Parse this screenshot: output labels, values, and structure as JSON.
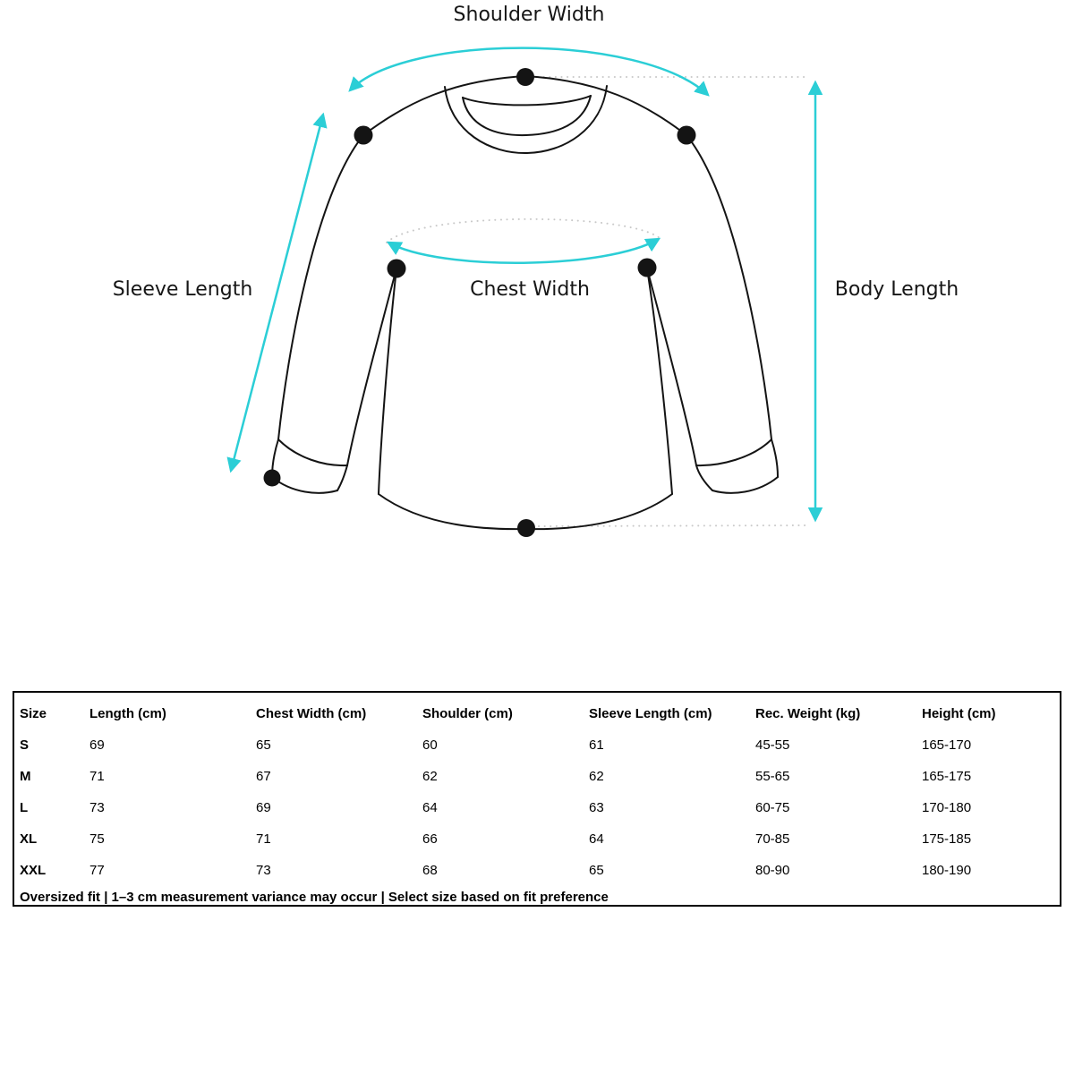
{
  "diagram": {
    "labels": {
      "shoulder_width": "Shoulder Width",
      "sleeve_length": "Sleeve Length",
      "chest_width": "Chest Width",
      "body_length": "Body Length"
    },
    "colors": {
      "accent": "#2BCED6",
      "outline": "#141414",
      "guide": "#C9C9C9"
    }
  },
  "size_table": {
    "headers": [
      "Size",
      "Length (cm)",
      "Chest Width (cm)",
      "Shoulder (cm)",
      "Sleeve Length (cm)",
      "Rec. Weight (kg)",
      "Height (cm)"
    ],
    "rows": [
      {
        "size": "S",
        "length": "69",
        "chest": "65",
        "shoulder": "60",
        "sleeve": "61",
        "weight": "45-55",
        "height": "165-170"
      },
      {
        "size": "M",
        "length": "71",
        "chest": "67",
        "shoulder": "62",
        "sleeve": "62",
        "weight": "55-65",
        "height": "165-175"
      },
      {
        "size": "L",
        "length": "73",
        "chest": "69",
        "shoulder": "64",
        "sleeve": "63",
        "weight": "60-75",
        "height": "170-180"
      },
      {
        "size": "XL",
        "length": "75",
        "chest": "71",
        "shoulder": "66",
        "sleeve": "64",
        "weight": "70-85",
        "height": "175-185"
      },
      {
        "size": "XXL",
        "length": "77",
        "chest": "73",
        "shoulder": "68",
        "sleeve": "65",
        "weight": "80-90",
        "height": "180-190"
      }
    ],
    "footer_note": "Oversized fit | 1–3 cm measurement variance may occur | Select size based on fit preference"
  }
}
